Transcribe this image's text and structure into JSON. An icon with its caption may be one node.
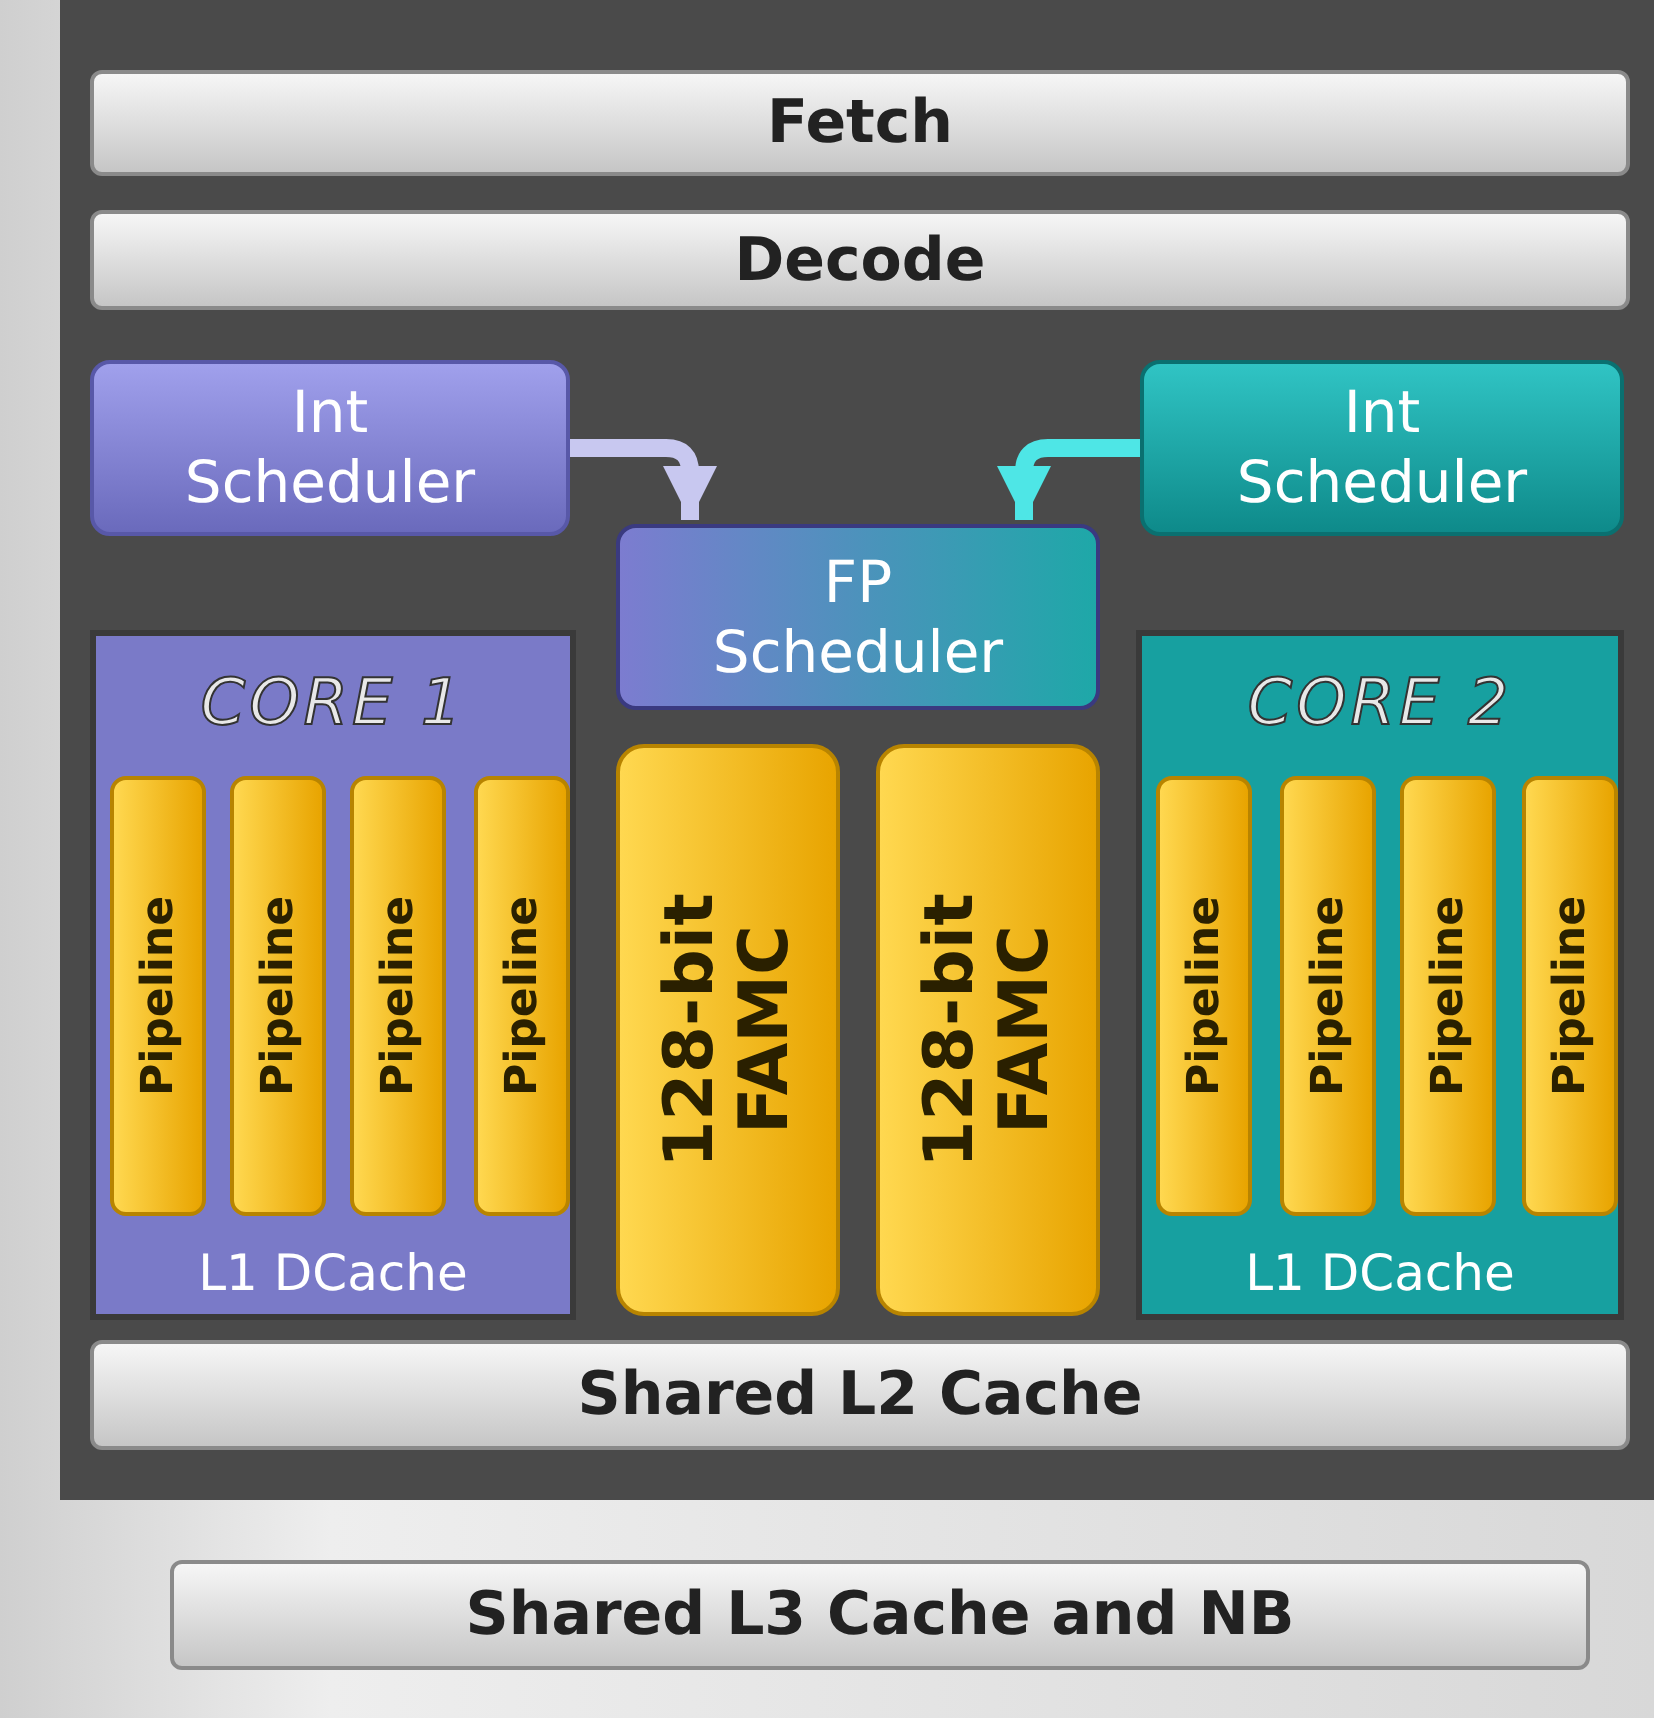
{
  "diagram": {
    "nodes": [
      {
        "text": [
          "Fetch"
        ]
      },
      {
        "text": [
          "Decode"
        ]
      },
      {
        "text": [
          "Int Scheduler"
        ]
      },
      {
        "text": [
          "Int Scheduler"
        ]
      },
      {
        "text": [
          "FP Scheduler"
        ]
      },
      {
        "text": [
          "CORE 1",
          "L1 DCache"
        ]
      },
      {
        "text": [
          "Pipeline"
        ],
        "in": 5
      },
      {
        "text": [
          "Pipeline"
        ],
        "in": 5
      },
      {
        "text": [
          "Pipeline"
        ],
        "in": 5
      },
      {
        "text": [
          "Pipeline"
        ],
        "in": 5
      },
      {
        "text": [
          "128-bit FAMC"
        ]
      },
      {
        "text": [
          "128-bit FAMC"
        ]
      },
      {
        "text": [
          "CORE 2",
          "L1 DCache"
        ]
      },
      {
        "text": [
          "Pipeline"
        ],
        "in": 12
      },
      {
        "text": [
          "Pipeline"
        ],
        "in": 12
      },
      {
        "text": [
          "Pipeline"
        ],
        "in": 12
      },
      {
        "text": [
          "Pipeline"
        ],
        "in": 12
      },
      {
        "text": [
          "Shared L2 Cache"
        ]
      },
      {
        "text": [
          "Shared L3 Cache and NB"
        ]
      }
    ],
    "edges": [
      {
        "from": 2,
        "to": 4,
        "arrow": "to",
        "color": "#c8c8f0"
      },
      {
        "from": 3,
        "to": 4,
        "arrow": "to",
        "color": "#4ee6e6"
      }
    ]
  }
}
